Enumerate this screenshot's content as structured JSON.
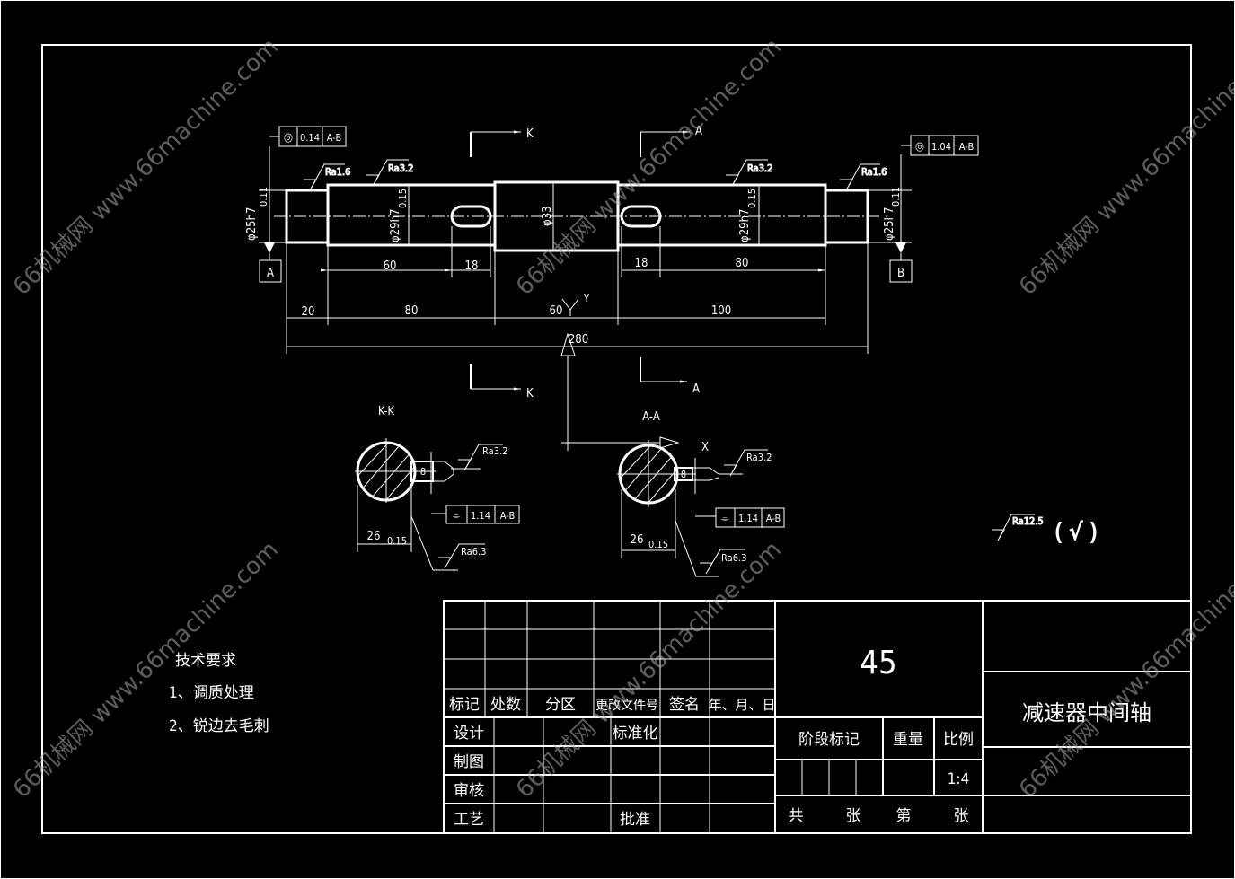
{
  "drawing": {
    "shaft_dims": {
      "d_left": "φ25h7",
      "d_left_tol": "0.11",
      "d_mid_left": "φ29h7",
      "d_mid_left_tol": "0.15",
      "d_center": "φ33",
      "d_mid_right": "φ29h7",
      "d_mid_right_tol": "0.15",
      "d_right": "φ25h7",
      "d_right_tol": "0.11",
      "len_60": "60",
      "len_18_left": "18",
      "len_18_right": "18",
      "len_80_right": "80",
      "len_20": "20",
      "len_80_left": "80",
      "len_60_center": "60",
      "len_100": "100",
      "len_total": "280"
    },
    "gdt_left": {
      "symbol": "◎",
      "value": "0.14",
      "datum": "A-B"
    },
    "gdt_right": {
      "symbol": "◎",
      "value": "1.04",
      "datum": "A-B"
    },
    "datum_a": "A",
    "datum_b": "B",
    "roughness": {
      "left_journal": "Ra1.6",
      "left_body": "Ra3.2",
      "right_body": "Ra3.2",
      "right_journal": "Ra1.6",
      "kk_key": "Ra3.2",
      "kk_bottom": "Ra6.3",
      "aa_key": "Ra3.2",
      "aa_bottom": "Ra6.3",
      "general": "Ra12.5",
      "general_rest": "( √ )"
    },
    "section_marks": {
      "k_top": "K",
      "a_top": "A",
      "k_bottom": "K",
      "a_bottom": "A",
      "x": "X",
      "y": "Y"
    },
    "section_kk": {
      "title": "K-K",
      "width": "8",
      "depth": "26",
      "depth_tol": "0.15",
      "gdt": {
        "symbol": "⌯",
        "value": "1.14",
        "datum": "A-B"
      }
    },
    "section_aa": {
      "title": "A-A",
      "width": "8",
      "depth": "26",
      "depth_tol": "0.15",
      "gdt": {
        "symbol": "⌯",
        "value": "1.14",
        "datum": "A-B"
      }
    }
  },
  "tech_requirements": {
    "title": "技术要求",
    "items": [
      "1、调质处理",
      "2、锐边去毛刺"
    ]
  },
  "title_block": {
    "revision_headers": [
      "标记",
      "处数",
      "分区",
      "更改文件号",
      "签名",
      "年、月、日"
    ],
    "roles": [
      "设计",
      "制图",
      "审核",
      "工艺"
    ],
    "standardization": "标准化",
    "approval": "批准",
    "material": "45",
    "stage_mark": "阶段标记",
    "weight": "重量",
    "scale_label": "比例",
    "scale": "1:4",
    "total": "共",
    "sheets": "张",
    "sheet_no": "第",
    "sheets2": "张",
    "part_name": "减速器中间轴"
  },
  "watermark": "66机械网 www.66machine.com"
}
